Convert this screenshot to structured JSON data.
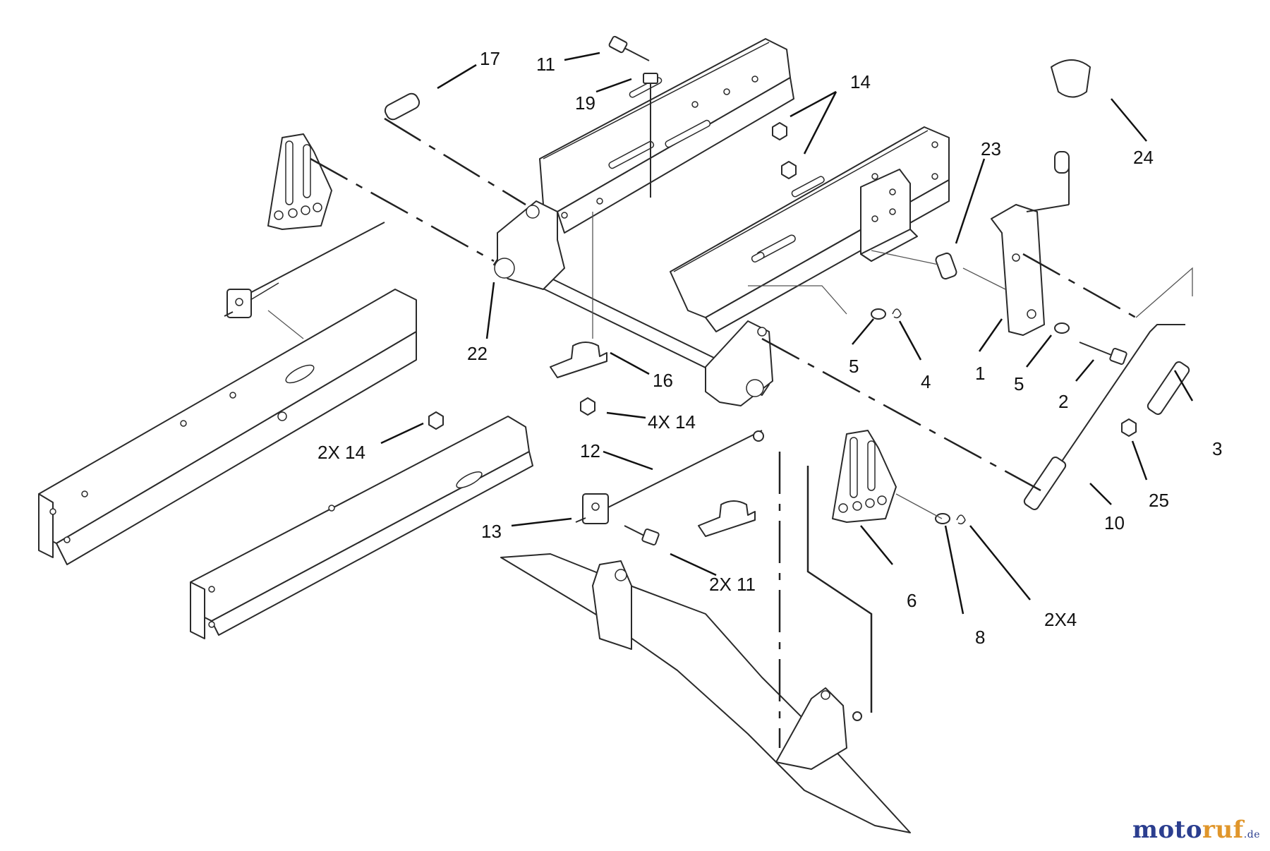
{
  "callouts": [
    {
      "id": "c17",
      "text": "17"
    },
    {
      "id": "c11",
      "text": "11"
    },
    {
      "id": "c19",
      "text": "19"
    },
    {
      "id": "c14",
      "text": "14"
    },
    {
      "id": "c23",
      "text": "23"
    },
    {
      "id": "c24",
      "text": "24"
    },
    {
      "id": "c22",
      "text": "22"
    },
    {
      "id": "c16",
      "text": "16"
    },
    {
      "id": "c4x14",
      "text": "4X 14"
    },
    {
      "id": "c5a",
      "text": "5"
    },
    {
      "id": "c4",
      "text": "4"
    },
    {
      "id": "c1",
      "text": "1"
    },
    {
      "id": "c5b",
      "text": "5"
    },
    {
      "id": "c2",
      "text": "2"
    },
    {
      "id": "c3",
      "text": "3"
    },
    {
      "id": "c2x14",
      "text": "2X 14"
    },
    {
      "id": "c12",
      "text": "12"
    },
    {
      "id": "c13",
      "text": "13"
    },
    {
      "id": "c2x11",
      "text": "2X 11"
    },
    {
      "id": "c6",
      "text": "6"
    },
    {
      "id": "c8",
      "text": "8"
    },
    {
      "id": "c2x4",
      "text": "2X4"
    },
    {
      "id": "c10",
      "text": "10"
    },
    {
      "id": "c25",
      "text": "25"
    }
  ],
  "watermark": {
    "part1": "moto",
    "part2": "ruf",
    "part3": ".de"
  }
}
